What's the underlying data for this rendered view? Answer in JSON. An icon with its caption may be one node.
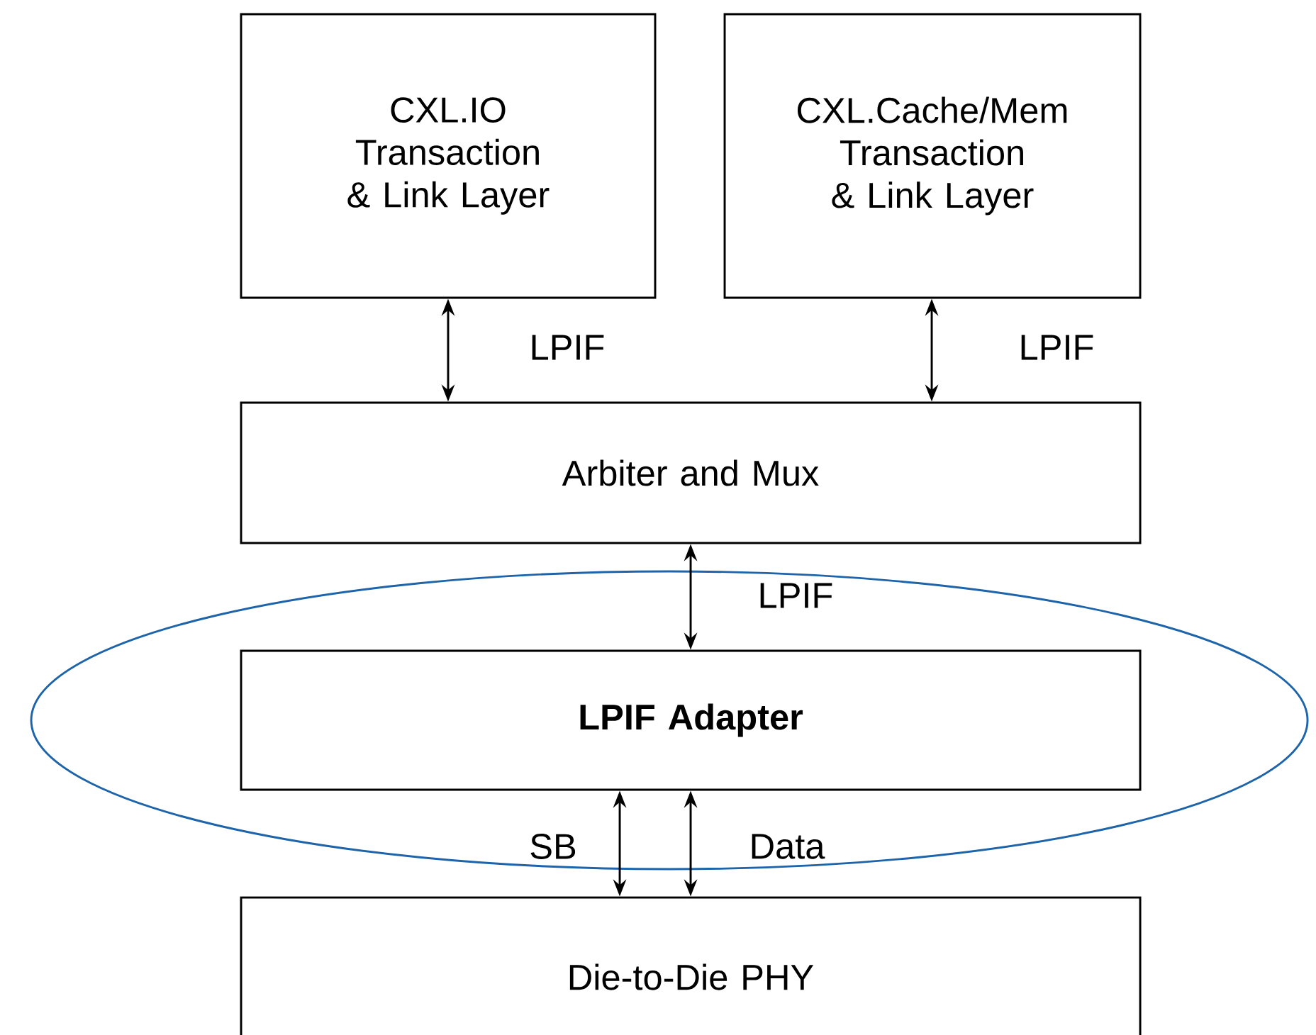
{
  "diagram": {
    "nodes": [
      {
        "text": [
          "CXL.IO Transaction & Link Layer"
        ]
      },
      {
        "text": [
          "CXL.Cache/Mem Transaction & Link Layer"
        ]
      },
      {
        "text": [
          "Arbiter and Mux"
        ]
      },
      {
        "text": [
          "LPIF Adapter"
        ]
      },
      {
        "text": [
          "Die-to-Die PHY"
        ]
      }
    ],
    "edges": [
      {
        "from": 0,
        "to": 2,
        "arrow": "both",
        "label": "LPIF"
      },
      {
        "from": 1,
        "to": 2,
        "arrow": "both",
        "label": "LPIF"
      },
      {
        "from": 2,
        "to": 3,
        "arrow": "both",
        "label": "LPIF"
      },
      {
        "from": 3,
        "to": 4,
        "arrow": "both",
        "label": "SB"
      },
      {
        "from": 3,
        "to": 4,
        "arrow": "both",
        "label": "Data"
      }
    ]
  }
}
